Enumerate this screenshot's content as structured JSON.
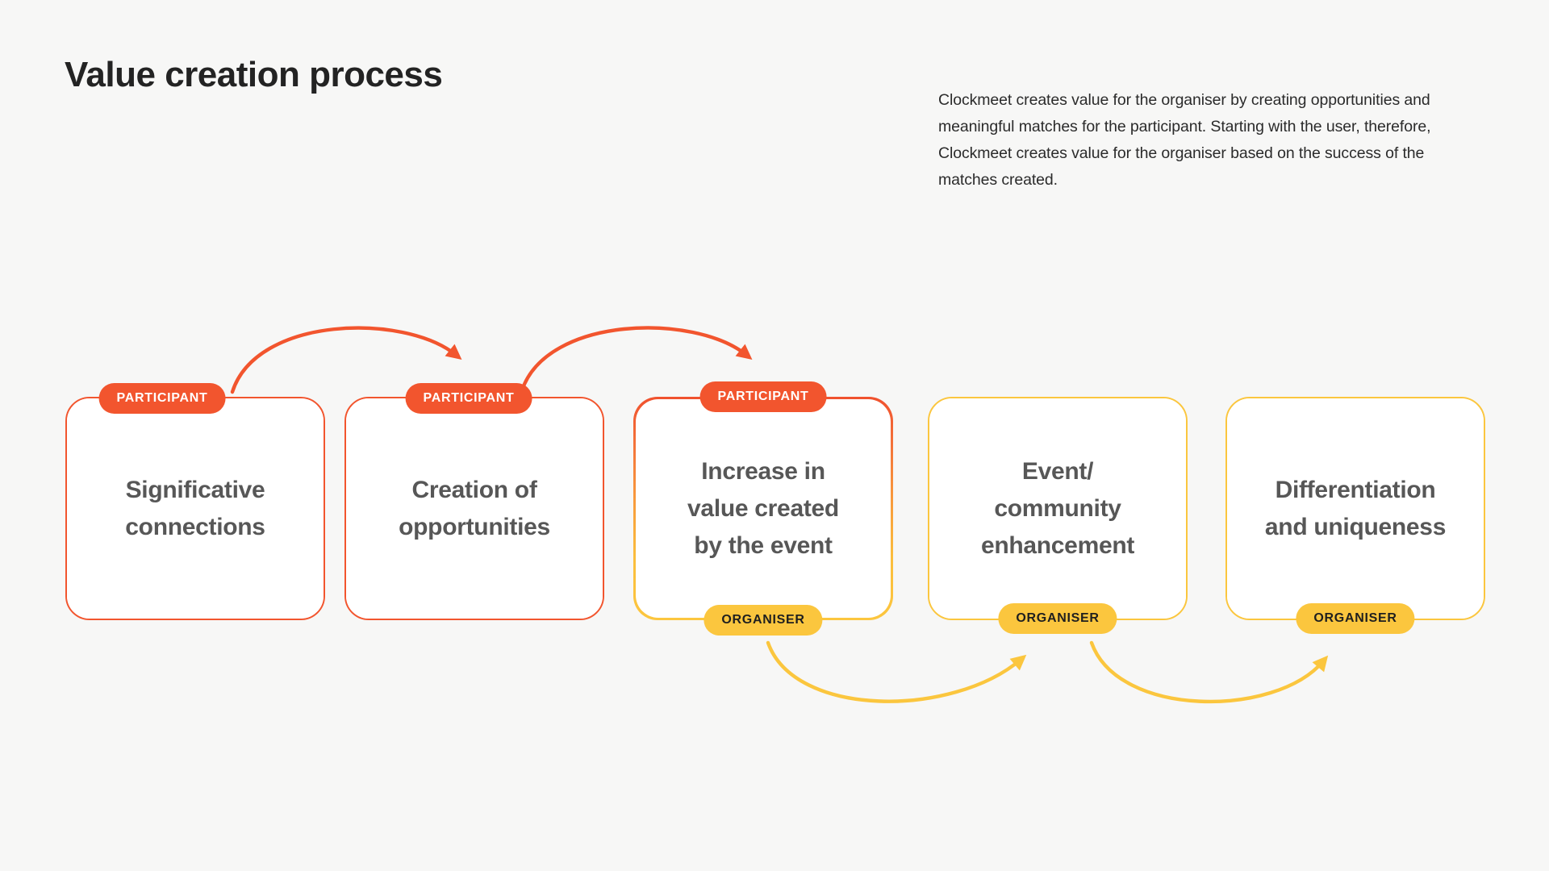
{
  "page": {
    "title": "Value creation process",
    "background_color": "#f7f7f6",
    "intro": "Clockmeet creates value for the organiser by creating opportunities and meaningful matches for the participant. Starting with the user, therefore, Clockmeet creates value for the organiser based on the success of the matches created."
  },
  "colors": {
    "participant": "#F2552E",
    "organiser": "#FBC63E",
    "card_text": "#575757",
    "title_text": "#232323"
  },
  "badges": {
    "participant_label": "PARTICIPANT",
    "organiser_label": "ORGANISER"
  },
  "flow": {
    "cards": [
      {
        "id": "significative-connections",
        "label": "Significative\nconnections",
        "border": "participant",
        "badges": [
          "participant"
        ]
      },
      {
        "id": "creation-of-opportunities",
        "label": "Creation of\nopportunities",
        "border": "participant",
        "badges": [
          "participant"
        ]
      },
      {
        "id": "increase-in-value-created-by-the-event",
        "label": "Increase in\nvalue created\nby the event",
        "border": "gradient",
        "badges": [
          "participant",
          "organiser"
        ]
      },
      {
        "id": "event-community-enhancement",
        "label": "Event/\ncommunity\nenhancement",
        "border": "organiser",
        "badges": [
          "organiser"
        ]
      },
      {
        "id": "differentiation-and-uniqueness",
        "label": "Differentiation\nand uniqueness",
        "border": "organiser",
        "badges": [
          "organiser"
        ]
      }
    ],
    "connectors": [
      {
        "id": "participant-arrow-1",
        "from": "significative-connections",
        "to": "creation-of-opportunities",
        "color": "#F2552E",
        "direction": "above"
      },
      {
        "id": "participant-arrow-2",
        "from": "creation-of-opportunities",
        "to": "increase-in-value-created-by-the-event",
        "color": "#F2552E",
        "direction": "above"
      },
      {
        "id": "organiser-arrow-1",
        "from": "increase-in-value-created-by-the-event",
        "to": "event-community-enhancement",
        "color": "#FBC63E",
        "direction": "below"
      },
      {
        "id": "organiser-arrow-2",
        "from": "event-community-enhancement",
        "to": "differentiation-and-uniqueness",
        "color": "#FBC63E",
        "direction": "below"
      }
    ]
  }
}
